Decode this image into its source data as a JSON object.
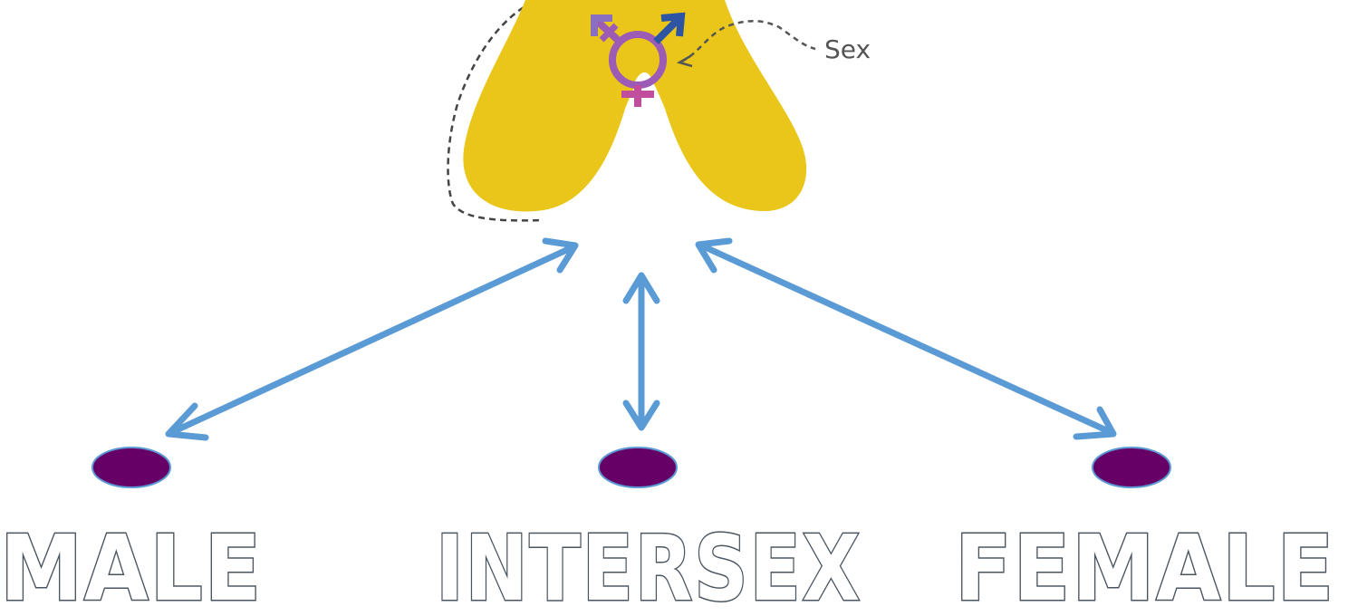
{
  "callout": {
    "label": "Sex"
  },
  "icons": {
    "top_figure": "genderbread-legs-figure",
    "symbol": "transgender-symbol-icon"
  },
  "spectrum": {
    "left_label": "MALE",
    "middle_label": "INTERSEX",
    "right_label": "FEMALE"
  },
  "colors": {
    "figure_fill": "#E9C619",
    "arrow": "#5B9BD5",
    "marker_fill": "#660066",
    "marker_stroke": "#5B9BD5",
    "symbol_purple": "#9C5BB4",
    "symbol_blue": "#2D55A3",
    "symbol_pink": "#C14E9C",
    "label_outline": "#4A5560"
  }
}
